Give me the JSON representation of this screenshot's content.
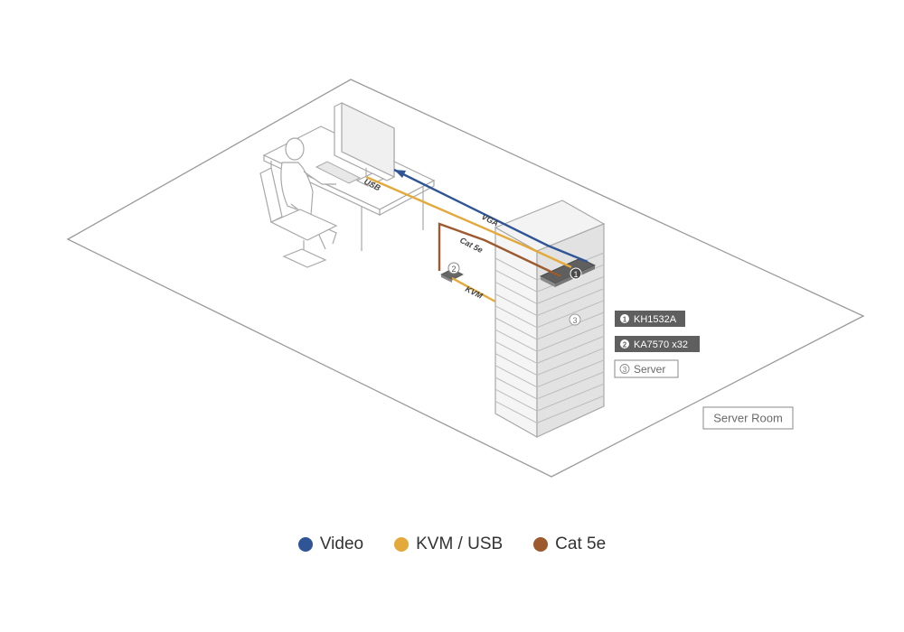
{
  "colors": {
    "video": "#2f5597",
    "kvm_usb": "#e3a93a",
    "cat5e": "#9c5a2e",
    "outline": "#aaaaaa",
    "label_dark_bg": "#5f5f5f"
  },
  "cables": {
    "vga": "VGA",
    "usb": "USB",
    "cat5e": "Cat 5e",
    "kvm": "KVM"
  },
  "markers": {
    "kh1532a": "1",
    "ka7570": "2",
    "server": "3"
  },
  "labels": {
    "kh1532a": "KH1532A",
    "ka7570": "KA7570 x32",
    "server": "Server",
    "room": "Server Room"
  },
  "legend": [
    {
      "label": "Video",
      "color": "#2f5597"
    },
    {
      "label": "KVM / USB",
      "color": "#e3a93a"
    },
    {
      "label": "Cat 5e",
      "color": "#9c5a2e"
    }
  ]
}
